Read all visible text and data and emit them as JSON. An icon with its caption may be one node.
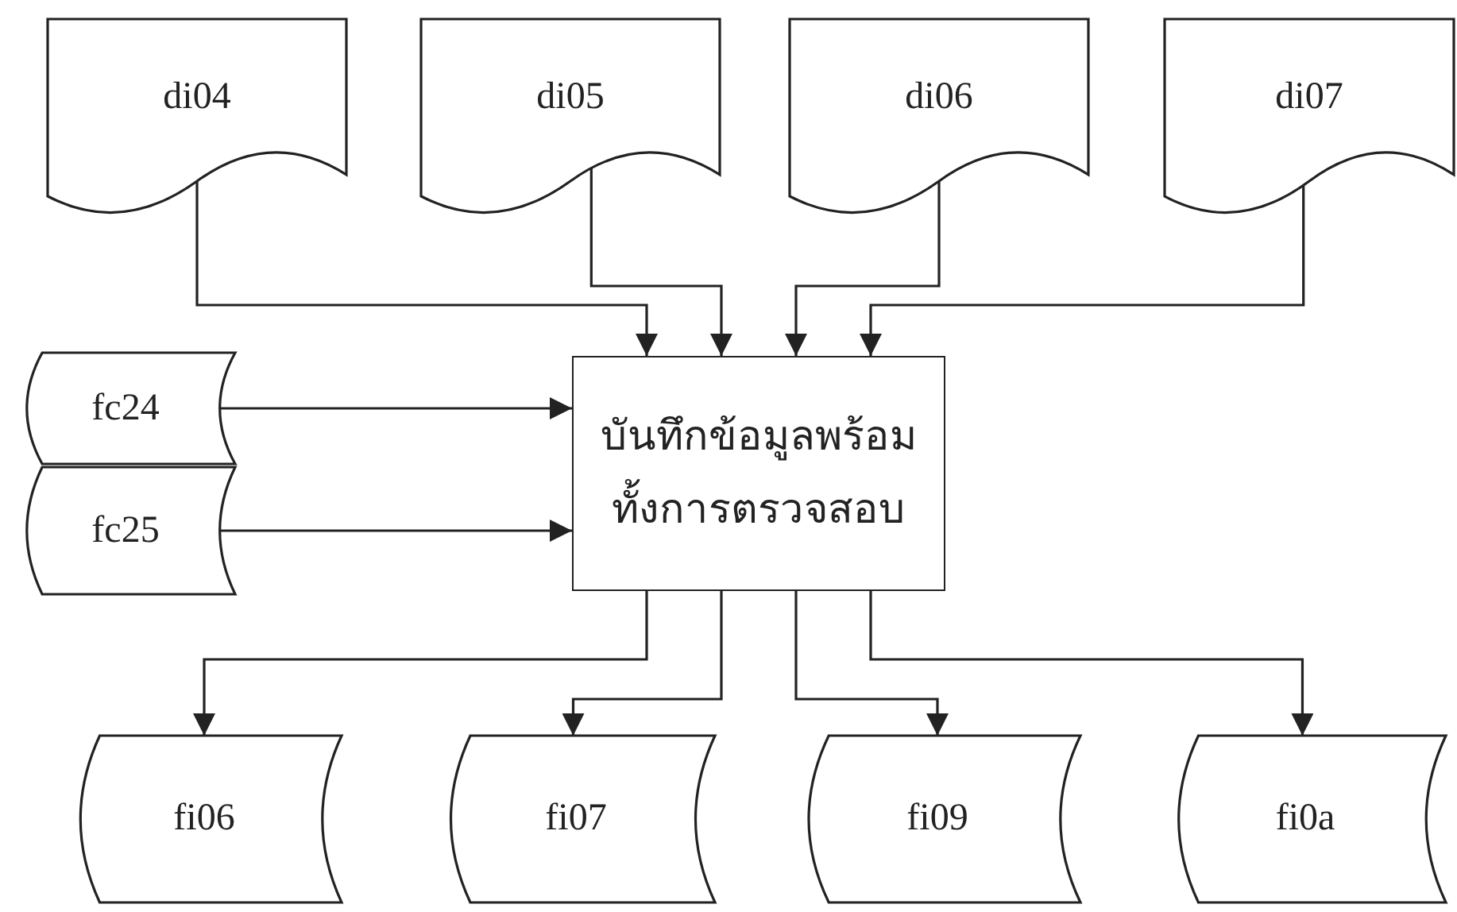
{
  "diagram": {
    "nodes": [
      {
        "text": [
          "di04"
        ]
      },
      {
        "text": [
          "di05"
        ]
      },
      {
        "text": [
          "di06"
        ]
      },
      {
        "text": [
          "di07"
        ]
      },
      {
        "text": [
          "fc24"
        ]
      },
      {
        "text": [
          "fc25"
        ]
      },
      {
        "text": [
          "บันทึกข้อมูลพร้อมทั้งการตรวจสอบ"
        ]
      },
      {
        "text": [
          "fi06"
        ]
      },
      {
        "text": [
          "fi07"
        ]
      },
      {
        "text": [
          "fi09"
        ]
      },
      {
        "text": [
          "fi0a"
        ]
      }
    ],
    "edges": [
      {
        "from": 0,
        "to": 6,
        "arrow": "to"
      },
      {
        "from": 1,
        "to": 6,
        "arrow": "to"
      },
      {
        "from": 2,
        "to": 6,
        "arrow": "to"
      },
      {
        "from": 3,
        "to": 6,
        "arrow": "to"
      },
      {
        "from": 4,
        "to": 6,
        "arrow": "to"
      },
      {
        "from": 5,
        "to": 6,
        "arrow": "to"
      },
      {
        "from": 6,
        "to": 7,
        "arrow": "to"
      },
      {
        "from": 6,
        "to": 8,
        "arrow": "to"
      },
      {
        "from": 6,
        "to": 9,
        "arrow": "to"
      },
      {
        "from": 6,
        "to": 10,
        "arrow": "to"
      }
    ]
  }
}
